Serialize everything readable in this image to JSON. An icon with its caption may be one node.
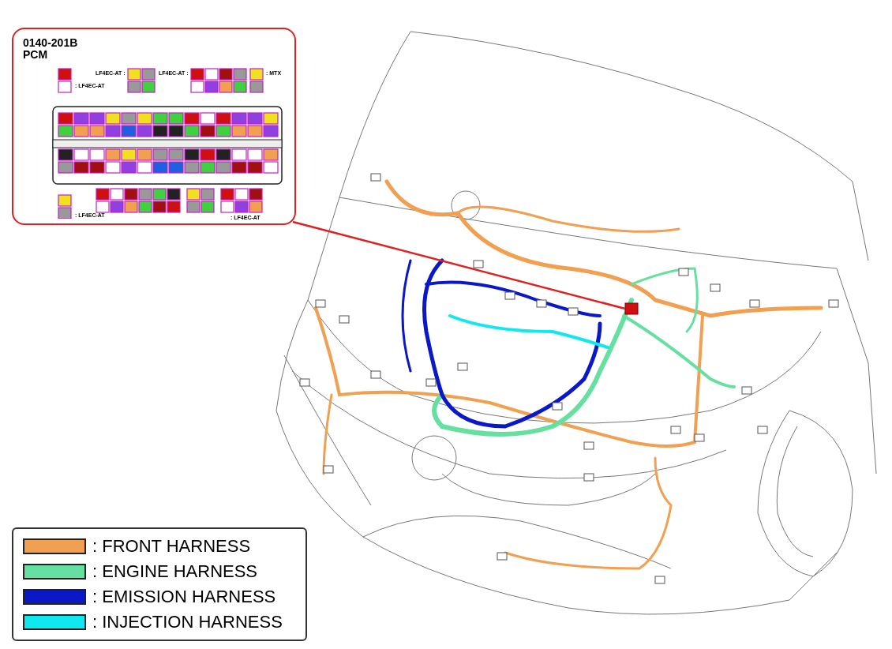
{
  "diagram": {
    "nodes": [
      {
        "text": [
          "0140-201B",
          "PCM"
        ]
      },
      {
        "text": [],
        "shape": "box"
      }
    ],
    "edges": [
      {
        "from": 0,
        "to": 1,
        "arrow": "none",
        "color": "#e02020"
      }
    ],
    "labels": [
      ": LF4EC-AT",
      "LF4EC-AT :",
      "LF4EC-AT :",
      ": MTX",
      ": LF4EC-AT",
      ": LF4EC-AT"
    ],
    "legend": [
      {
        "text": ": FRONT HARNESS",
        "color": "#f0a050"
      },
      {
        "text": ": ENGINE HARNESS",
        "color": "#66e0a0"
      },
      {
        "text": ": EMISSION HARNESS",
        "color": "#0a18c8"
      },
      {
        "text": ": INJECTION HARNESS",
        "color": "#10e8f0"
      }
    ]
  }
}
